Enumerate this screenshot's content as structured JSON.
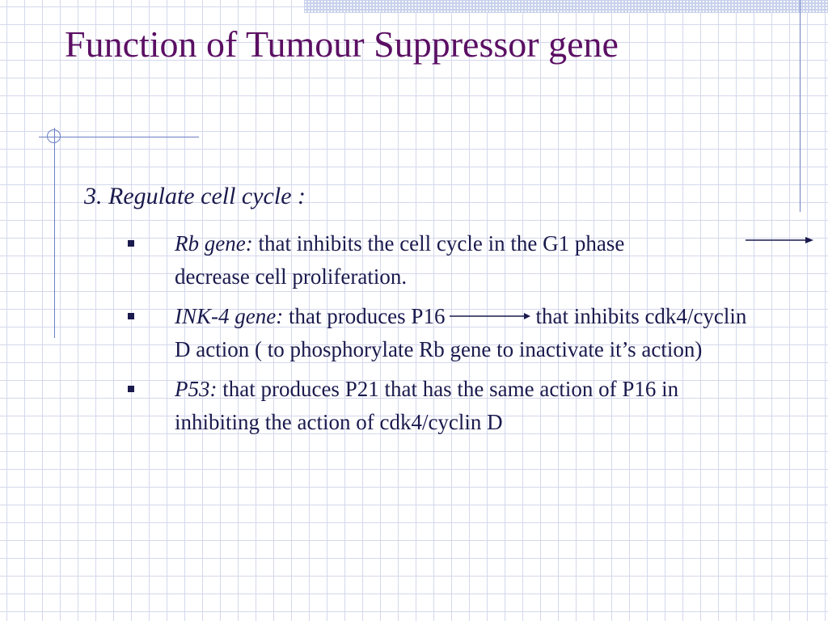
{
  "slide": {
    "title": "Function of Tumour Suppressor gene",
    "subheading": "3. Regulate cell cycle :",
    "bullets": [
      {
        "term": "Rb gene:",
        "text_before_arrow": " that inhibits the cell cycle in the G1 phase",
        "text_after_arrow": "decrease cell proliferation."
      },
      {
        "term": "INK-4 gene:",
        "text_before_arrow": " that produces P16",
        "text_after_arrow": "that inhibits cdk4/cyclin D action ( to phosphorylate Rb gene to inactivate it’s action)"
      },
      {
        "term": "P53:",
        "text": " that produces P21 that has the same action of P16 in inhibiting the action of cdk4/cyclin D"
      }
    ]
  },
  "icons": {
    "bullet": "square-bullet-icon",
    "arrow": "right-arrow-icon",
    "corner": "ring-corner-ornament"
  },
  "colors": {
    "title": "#5b0f63",
    "body_text": "#1a1a4e",
    "accent_lines": "#6b7fc4",
    "grid": "#d4d8ec",
    "background": "#ffffff"
  }
}
